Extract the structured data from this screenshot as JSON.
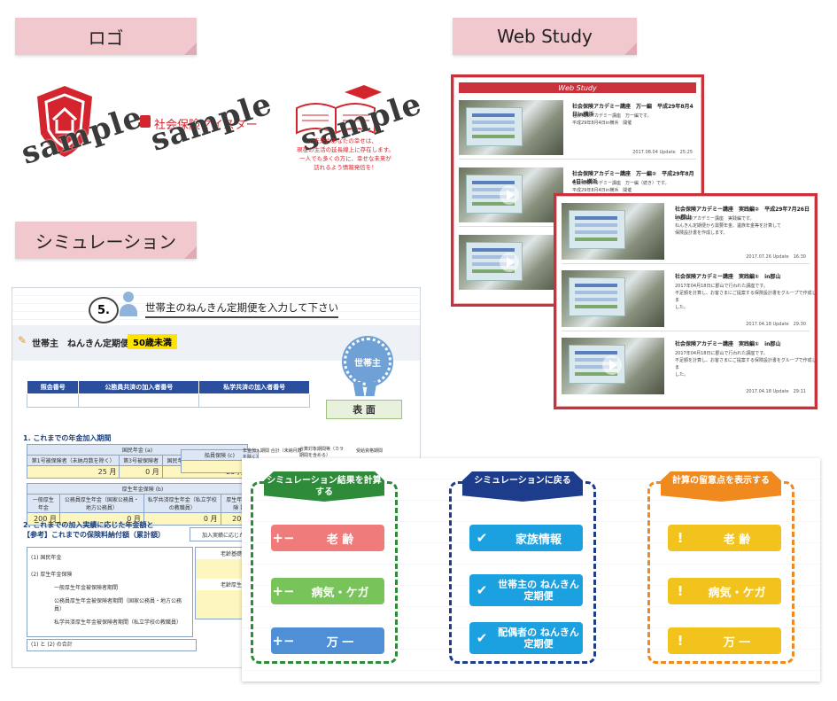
{
  "tabs": {
    "logo": "ロゴ",
    "web_study": "Web Study",
    "simulation": "シミュレーション"
  },
  "logos": {
    "watermark": "sample",
    "logo2_text": "社会保険マイスター",
    "logo3_lines": [
      "未来のあなたの幸せは、",
      "現在の生活の延長線上に存在します。",
      "一人でも多くの方に、幸せな未来が",
      "訪れるよう情報発信を！"
    ]
  },
  "web_study": {
    "header": "Web Study",
    "back_items": [
      {
        "title": "社会保険アカデミー講座　万一編　平成29年8月4日in横浜",
        "desc": [
          "社会保険アカデミー講座　万一編です。",
          "平成29年8月4日in横浜　開催"
        ],
        "meta": "2017.08.04 Update　25:25"
      },
      {
        "title": "社会保険アカデミー講座　万一編②　平成29年8月4日in横浜",
        "desc": [
          "社会保険アカデミー講座　万一編（続き）です。",
          "平成29年8月4日in横浜　開催"
        ],
        "meta": ""
      }
    ],
    "front_items": [
      {
        "title": "社会保険アカデミー講座　実践編②　平成29年7月26日in郡山",
        "desc": [
          "社会保険アカデミー講座　実践編です。",
          "ねんきん定期便から需要年金、遺族年金等を計算して",
          "保険設計書を作成します。"
        ],
        "meta": "2017.07.26 Update　16:30"
      },
      {
        "title": "社会保険アカデミー講座　実践編①　in郡山",
        "desc": [
          "2017年04月18日に郡山で行われた講座です。",
          "不足額を計算し、お客さまにご提案する保険設計書をグループで作成しま",
          "した。"
        ],
        "meta": "2017.04.18 Update　29:30"
      },
      {
        "title": "社会保険アカデミー講座　実践編①　in郡山",
        "desc": [
          "2017年04月18日に郡山で行われた講座です。",
          "不足額を計算し、お客さまにご提案する保険設計書をグループで作成しま",
          "した。"
        ],
        "meta": "2017.04.18 Update　29:11"
      }
    ]
  },
  "simulation": {
    "step": "5.",
    "heading": "世帯主のねんきん定期便を入力して下さい",
    "subtitle": "世帯主　ねんきん定期便",
    "age_badge": "50歳未満",
    "ribbon": "世帯主",
    "id_headers": [
      "照会番号",
      "公務員共済の加入者番号",
      "私学共済の加入者番号"
    ],
    "side_label": "表 面",
    "sec1": "1. これまでの年金加入期間",
    "national_pension": "国民年金 (a)",
    "np_cols": [
      "第1号被保険者（未納月数を除く）",
      "第3号被保険者",
      "国民年金 計（未納月数を除く）"
    ],
    "np_values": [
      "25",
      "0",
      "25"
    ],
    "unit": "月",
    "seaman": "船員保険 (c)",
    "seaman_value": "0",
    "total_label": "年金加入期間 合計（未納月数を除く）",
    "reduce_label": "合算対象期間等（カラ期間を含める）",
    "receive_label": "受給資格期間",
    "kosei": "厚生年金保険 (b)",
    "kosei_cols": [
      "一般厚生年金",
      "公務員厚生年金（国家公務員・地方公務員）",
      "私学共済厚生年金（私立学校の教職員）",
      "厚生年金保険 計"
    ],
    "kosei_values": [
      "200",
      "0",
      "0",
      "200"
    ],
    "sec2_l1": "2. これまでの加入実績に応じた年金額と",
    "sec2_l2": "【参考】これまでの保険料納付額（累計額）",
    "sec2_btn": "加入実績に応じた年",
    "rows": [
      "(1) 国民年金",
      "(2) 厚生年金保険",
      "一般厚生年金被保険者期間",
      "公務員厚生年金被保険者期間（国家公務員・地方公務員）",
      "私学共済厚生年金被保険者期間（私立学校の教職員）",
      "(1) と (2) の合計"
    ],
    "right_labels": [
      "老齢基礎",
      "老齢厚生"
    ]
  },
  "buttons_panel": {
    "columns": [
      {
        "banner": "シミュレーション結果を計算する",
        "color": "#2e8b3a",
        "buttons": [
          {
            "icon": "+−",
            "label": "老 齢",
            "bg": "#f07b7b"
          },
          {
            "icon": "+−",
            "label": "病気・ケガ",
            "bg": "#78c45a"
          },
          {
            "icon": "+−",
            "label": "万 一",
            "bg": "#4e8fd6"
          }
        ]
      },
      {
        "banner": "シミュレーションに戻る",
        "color": "#1e3c8c",
        "buttons": [
          {
            "icon": "✔",
            "label": "家族情報",
            "bg": "#1ba0e0"
          },
          {
            "icon": "✔",
            "label": "世帯主の ねんきん定期便",
            "bg": "#1ba0e0"
          },
          {
            "icon": "✔",
            "label": "配偶者の ねんきん定期便",
            "bg": "#1ba0e0"
          }
        ]
      },
      {
        "banner": "計算の留意点を表示する",
        "color": "#f08a1e",
        "buttons": [
          {
            "icon": "!",
            "label": "老 齢",
            "bg": "#f2c31d"
          },
          {
            "icon": "!",
            "label": "病気・ケガ",
            "bg": "#f2c31d"
          },
          {
            "icon": "!",
            "label": "万 一",
            "bg": "#f2c31d"
          }
        ]
      }
    ]
  }
}
